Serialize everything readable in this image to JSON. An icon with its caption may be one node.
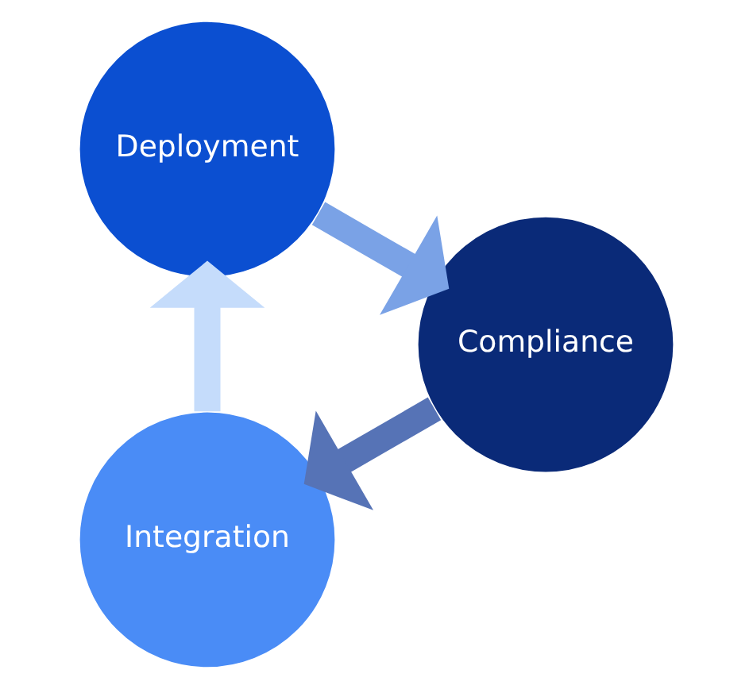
{
  "diagram": {
    "nodes": [
      {
        "text": [
          "Integration"
        ]
      },
      {
        "text": [
          "Deployment"
        ]
      },
      {
        "text": [
          "Compliance"
        ]
      }
    ],
    "edges": [
      {
        "from": 0,
        "to": 1,
        "arrow": "to",
        "color": "#c5dcfb"
      },
      {
        "from": 1,
        "to": 2,
        "arrow": "to",
        "color": "#7aa2e6"
      },
      {
        "from": 2,
        "to": 0,
        "arrow": "to",
        "color": "#5673b6"
      }
    ]
  }
}
